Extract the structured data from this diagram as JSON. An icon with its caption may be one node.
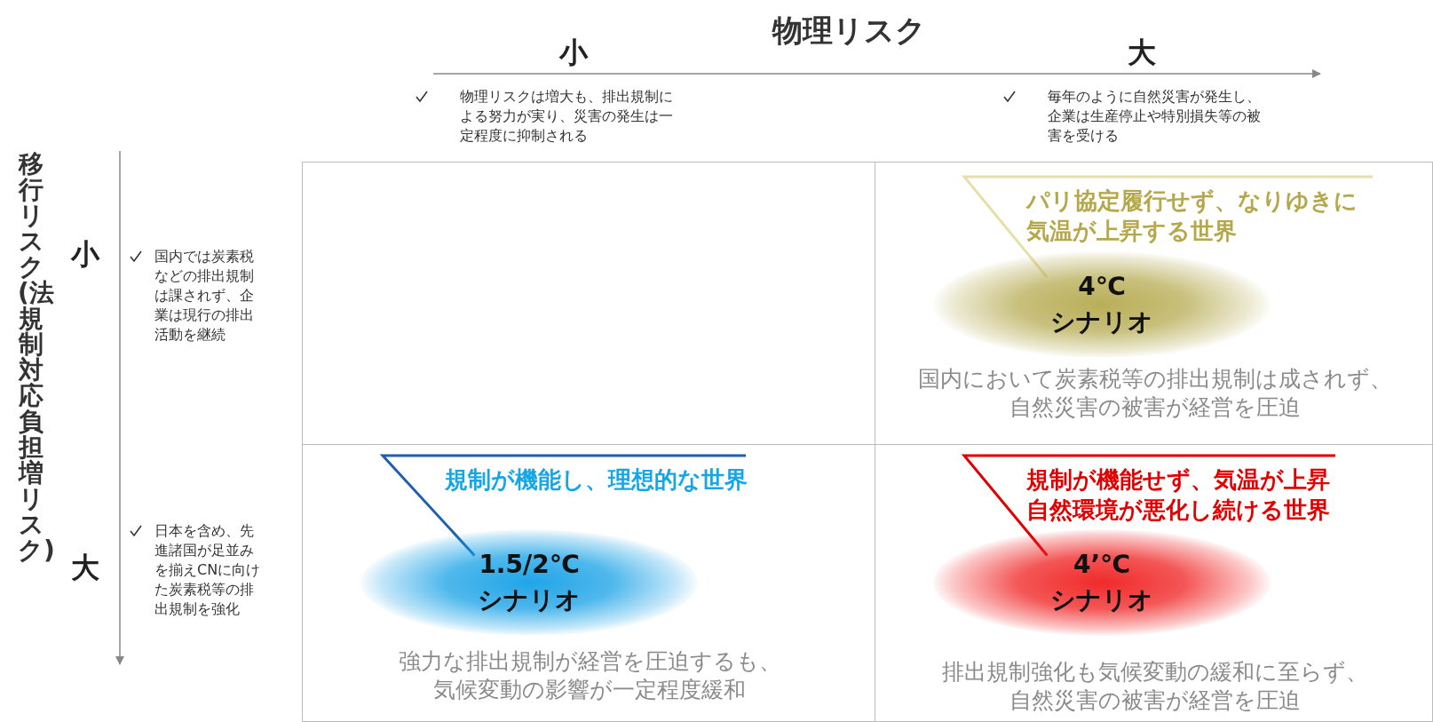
{
  "diagram": {
    "nodes": [
      {
        "text": [],
        "shape": "box"
      },
      {
        "text": [
          "国内において炭素税等の排出規制は成されず、自然災害の被害が経営を圧迫"
        ]
      },
      {
        "text": [
          "パリ協定履行せず、なりゆきに気温が上昇する世界"
        ],
        "in": 1
      },
      {
        "text": [
          "4℃",
          "シナリオ"
        ],
        "in": 1
      },
      {
        "text": [
          "強力な排出規制が経営を圧迫するも、気候変動の影響が一定程度緩和"
        ]
      },
      {
        "text": [
          "規制が機能し、理想的な世界"
        ],
        "in": 4
      },
      {
        "text": [
          "1.5/2℃",
          "シナリオ"
        ],
        "in": 4
      },
      {
        "text": [
          "排出規制強化も気候変動の緩和に至らず、自然災害の被害が経営を圧迫"
        ]
      },
      {
        "text": [
          "規制が機能せず、気温が上昇自然環境が悪化し続ける世界"
        ],
        "in": 7
      },
      {
        "text": [
          "4’℃",
          "シナリオ"
        ],
        "in": 7
      }
    ],
    "edges": [
      {
        "from": 2,
        "to": 3,
        "arrow": "none",
        "color": "#e6e0a8"
      },
      {
        "from": 5,
        "to": 6,
        "arrow": "none",
        "color": "#1f5fb0"
      },
      {
        "from": 8,
        "to": 9,
        "arrow": "none",
        "color": "#e00000"
      }
    ],
    "labels": [
      "物理リスク",
      "小",
      "大",
      "物理リスクは増大も、排出規制による努力が実り、災害の発生は一定程度に抑制される",
      "毎年のように自然災害が発生し、企業は生産停止や特別損失等の被害を受ける",
      "移行リスク(法規制対応負担増リスク)",
      "小",
      "国内では炭素税などの排出規制は課されず、企業は現行の排出活動を継続",
      "大",
      "日本を含め、先進諸国が足並みを揃えCNに向けた炭素税等の排出規制を強化"
    ]
  }
}
